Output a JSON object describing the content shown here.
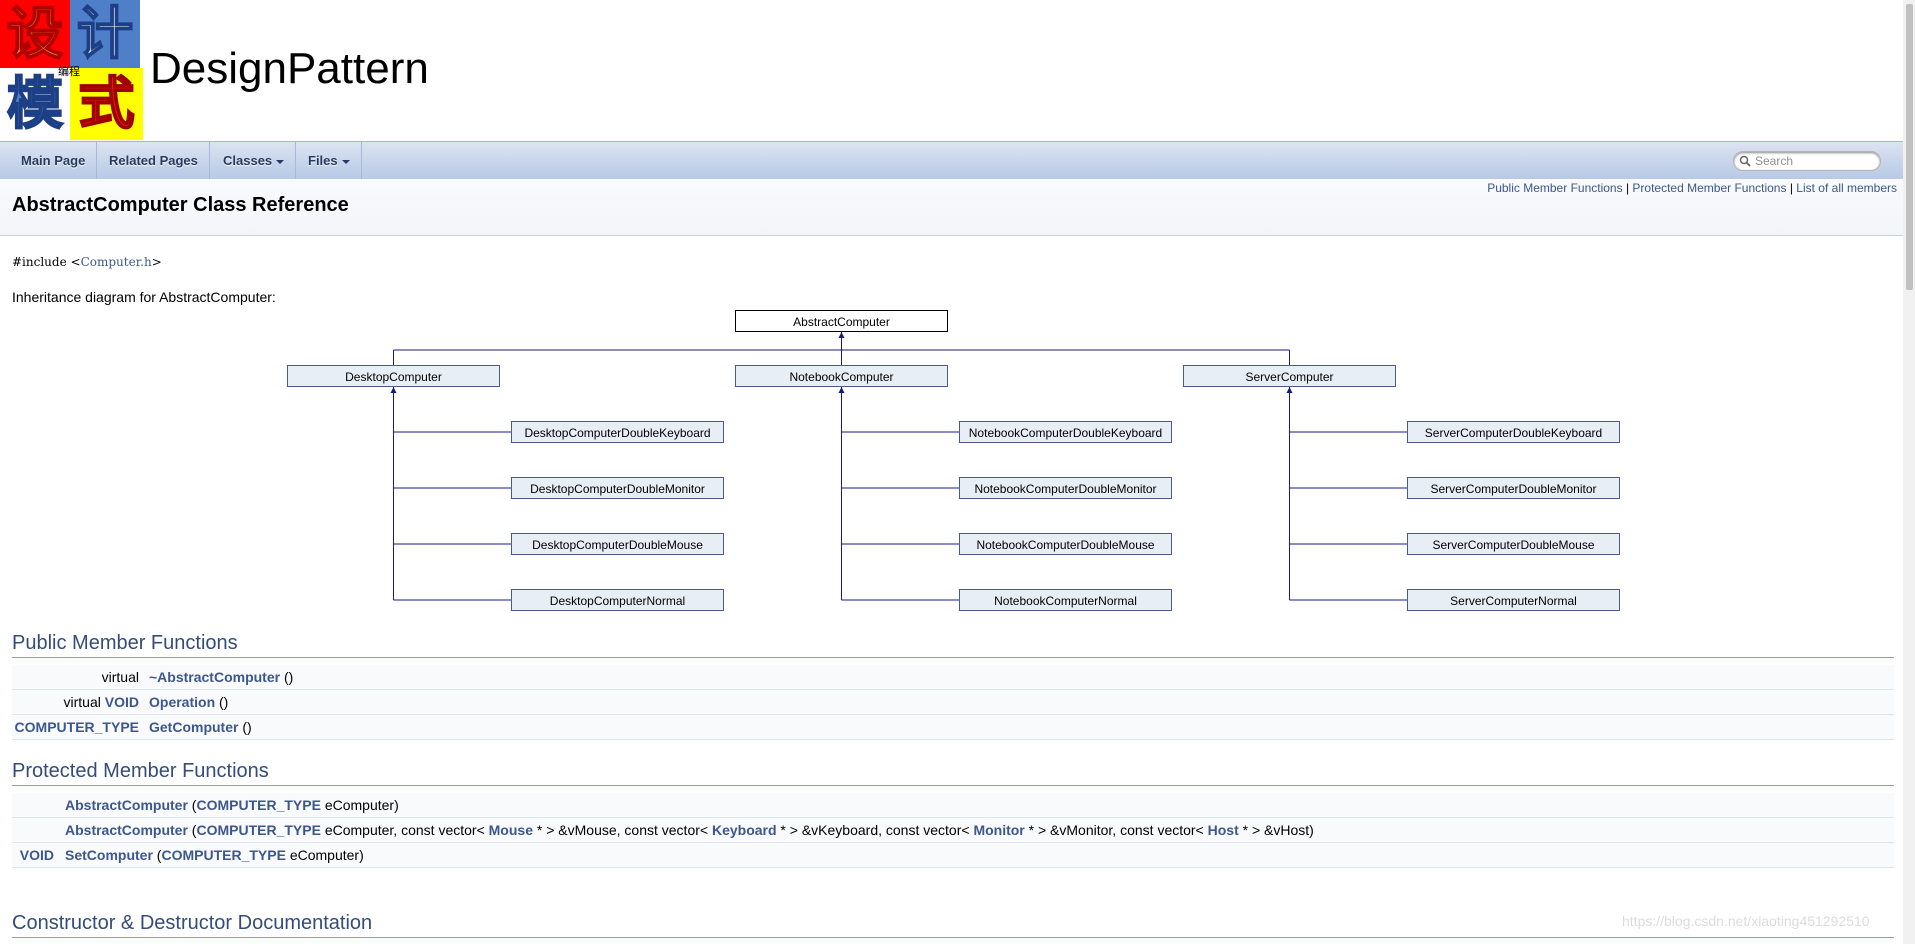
{
  "project": {
    "name": "DesignPattern",
    "logo_chars": [
      "设",
      "计",
      "模",
      "式"
    ],
    "logo_small_text": "编程"
  },
  "nav": {
    "items": [
      "Main Page",
      "Related Pages",
      "Classes",
      "Files"
    ],
    "search_placeholder": "Search"
  },
  "header": {
    "summary_links": [
      "Public Member Functions",
      "Protected Member Functions",
      "List of all members"
    ],
    "summary_sep": "|",
    "title": "AbstractComputer Class Reference"
  },
  "include": {
    "keyword": "#include",
    "open": "<",
    "file": "Computer.h",
    "close": ">"
  },
  "inheritance_text": "Inheritance diagram for AbstractComputer:",
  "diagram": {
    "root": "AbstractComputer",
    "branches": [
      {
        "name": "DesktopComputer",
        "children": [
          "DesktopComputerDoubleKeyboard",
          "DesktopComputerDoubleMonitor",
          "DesktopComputerDoubleMouse",
          "DesktopComputerNormal"
        ]
      },
      {
        "name": "NotebookComputer",
        "children": [
          "NotebookComputerDoubleKeyboard",
          "NotebookComputerDoubleMonitor",
          "NotebookComputerDoubleMouse",
          "NotebookComputerNormal"
        ]
      },
      {
        "name": "ServerComputer",
        "children": [
          "ServerComputerDoubleKeyboard",
          "ServerComputerDoubleMonitor",
          "ServerComputerDoubleMouse",
          "ServerComputerNormal"
        ]
      }
    ]
  },
  "public_section": {
    "title": "Public Member Functions",
    "rows": [
      {
        "left_plain": "virtual",
        "left_link": "",
        "name": "~AbstractComputer",
        "args": " ()"
      },
      {
        "left_plain": "virtual",
        "left_link": "VOID",
        "name": "Operation",
        "args": " ()"
      },
      {
        "left_plain": "",
        "left_link": "COMPUTER_TYPE",
        "name": "GetComputer",
        "args": " ()"
      }
    ]
  },
  "protected_section": {
    "title": "Protected Member Functions",
    "rows": [
      {
        "left": "",
        "parts": [
          [
            "l",
            "AbstractComputer"
          ],
          [
            "t",
            " ("
          ],
          [
            "l",
            "COMPUTER_TYPE"
          ],
          [
            "t",
            " eComputer)"
          ]
        ]
      },
      {
        "left": "",
        "parts": [
          [
            "l",
            "AbstractComputer"
          ],
          [
            "t",
            " ("
          ],
          [
            "l",
            "COMPUTER_TYPE"
          ],
          [
            "t",
            " eComputer, const vector< "
          ],
          [
            "l",
            "Mouse"
          ],
          [
            "t",
            " * > &vMouse, const vector< "
          ],
          [
            "l",
            "Keyboard"
          ],
          [
            "t",
            " * > &vKeyboard, const vector< "
          ],
          [
            "l",
            "Monitor"
          ],
          [
            "t",
            " * > &vMonitor, const vector< "
          ],
          [
            "l",
            "Host"
          ],
          [
            "t",
            " * > &vHost)"
          ]
        ]
      },
      {
        "left": "VOID",
        "parts": [
          [
            "l",
            "SetComputer"
          ],
          [
            "t",
            " ("
          ],
          [
            "l",
            "COMPUTER_TYPE"
          ],
          [
            "t",
            " eComputer)"
          ]
        ]
      }
    ]
  },
  "ctor_section": {
    "title": "Constructor & Destructor Documentation"
  },
  "watermark": "https://blog.csdn.net/xiaoting451292510"
}
